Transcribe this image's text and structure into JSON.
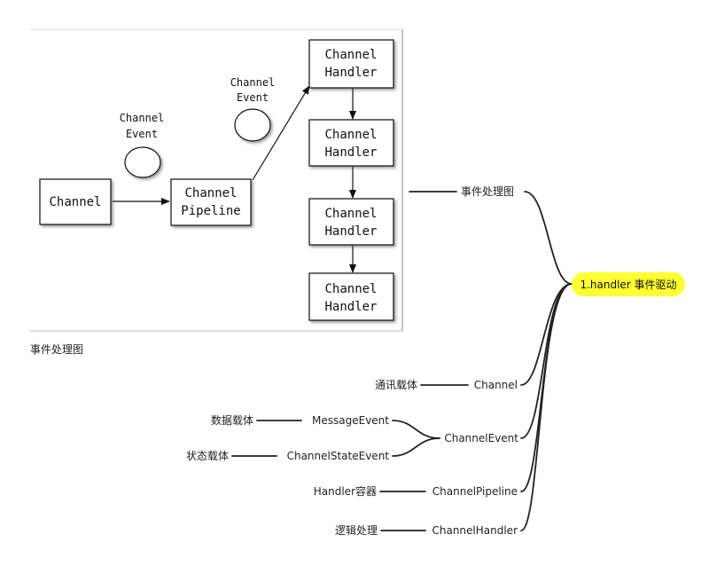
{
  "image_panel": {
    "channel": [
      "Channel"
    ],
    "pipeline": [
      "Channel",
      "Pipeline"
    ],
    "handler": [
      "Channel",
      "Handler"
    ],
    "event": [
      "Channel",
      "Event"
    ]
  },
  "caption": "事件处理图",
  "mindmap": {
    "root": "1.handler 事件驱动",
    "event_diagram_label": "事件处理图",
    "channel": {
      "label": "Channel",
      "note": "通讯载体"
    },
    "channel_event": {
      "label": "ChannelEvent",
      "message_event": {
        "label": "MessageEvent",
        "note": "数据载体"
      },
      "state_event": {
        "label": "ChannelStateEvent",
        "note": "状态载体"
      }
    },
    "pipeline": {
      "label": "ChannelPipeline",
      "note": "Handler容器"
    },
    "handler": {
      "label": "ChannelHandler",
      "note": "逻辑处理"
    }
  },
  "colors": {
    "root_highlight": "#ffff33",
    "line": "#222222"
  }
}
